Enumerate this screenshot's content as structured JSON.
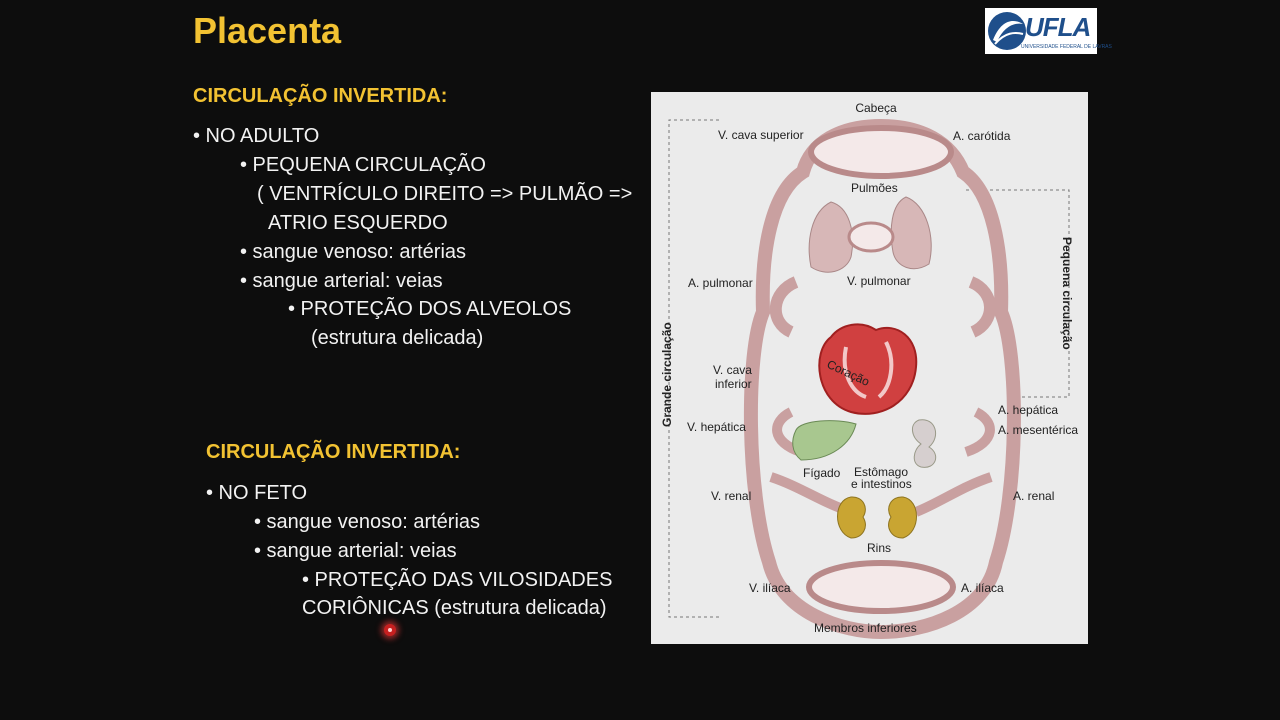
{
  "slide": {
    "title": "Placenta",
    "logo": {
      "text": "UFLA",
      "subtitle": "UNIVERSIDADE FEDERAL DE LAVRAS"
    },
    "adult": {
      "heading": "CIRCULAÇÃO INVERTIDA:",
      "l1": "• NO ADULTO",
      "l2": "• PEQUENA CIRCULAÇÃO",
      "l3": "( VENTRÍCULO DIREITO => PULMÃO =>",
      "l4": "ATRIO ESQUERDO",
      "l5": "• sangue venoso: artérias",
      "l6": "• sangue arterial: veias",
      "l7": "• PROTEÇÃO DOS ALVEOLOS",
      "l8": "(estrutura delicada)"
    },
    "fetus": {
      "heading": "CIRCULAÇÃO INVERTIDA:",
      "l1": "• NO FETO",
      "l2": "• sangue venoso: artérias",
      "l3": "• sangue arterial: veias",
      "l4": "• PROTEÇÃO DAS VILOSIDADES",
      "l5": "CORIÔNICAS (estrutura delicada)"
    }
  },
  "diagram": {
    "cabeca": "Cabeça",
    "vcava_sup": "V. cava superior",
    "a_carotida": "A. carótida",
    "pulmoes": "Pulmões",
    "pequena": "Pequena circulação",
    "grande": "Grande circulação",
    "a_pulmonar": "A. pulmonar",
    "v_pulmonar": "V. pulmonar",
    "coracao": "Coração",
    "vcava_inf_1": "V. cava",
    "vcava_inf_2": "inferior",
    "a_hepatica": "A. hepática",
    "v_hepatica": "V. hepática",
    "a_mesenterica": "A. mesentérica",
    "figado": "Fígado",
    "estomago_1": "Estômago",
    "estomago_2": "e intestinos",
    "v_renal": "V. renal",
    "a_renal": "A. renal",
    "rins": "Rins",
    "v_iliaca": "V. ilíaca",
    "a_iliaca": "A. ilíaca",
    "membros": "Membros inferiores"
  },
  "colors": {
    "accent": "#f2c232",
    "background": "#0d0d0d",
    "vessel": "#c9a0a0",
    "heart": "#d04040"
  }
}
